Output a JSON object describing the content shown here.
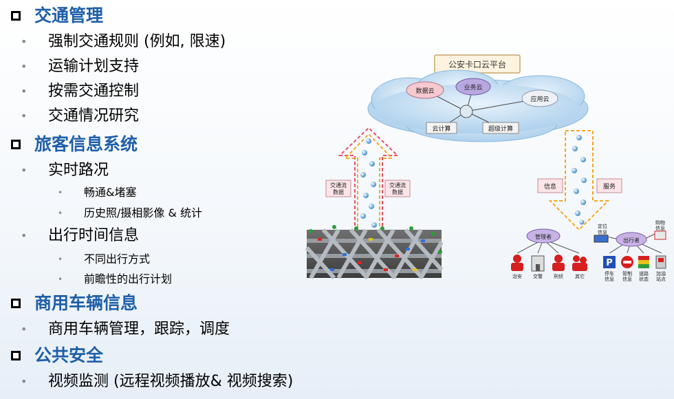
{
  "outline": [
    {
      "level": 1,
      "text": "交通管理"
    },
    {
      "level": 2,
      "text": "强制交通规则 (例如, 限速)"
    },
    {
      "level": 2,
      "text": "运输计划支持"
    },
    {
      "level": 2,
      "text": "按需交通控制"
    },
    {
      "level": 2,
      "text": "交通情况研究"
    },
    {
      "level": 1,
      "text": "旅客信息系统"
    },
    {
      "level": 2,
      "text": "实时路况"
    },
    {
      "level": 3,
      "text": "畅通&堵塞"
    },
    {
      "level": 3,
      "text": "历史照/摄相影像 & 统计"
    },
    {
      "level": 2,
      "text": "出行时间信息"
    },
    {
      "level": 3,
      "text": "不同出行方式"
    },
    {
      "level": 3,
      "text": "前瞻性的出行计划"
    },
    {
      "level": 1,
      "text": "商用车辆信息"
    },
    {
      "level": 2,
      "text": "商用车辆管理，跟踪，调度"
    },
    {
      "level": 1,
      "text": "公共安全"
    },
    {
      "level": 2,
      "text": "视频监测 (远程视频播放& 视频搜索)"
    }
  ],
  "diagram": {
    "platform_title": "公安卡口云平台",
    "cloud_nodes": [
      "数据云",
      "业务云",
      "应用云",
      "云计算",
      "超级计算"
    ],
    "left_arrow_labels": [
      "交通流数据",
      "交通流数据"
    ],
    "right_arrow_labels": [
      "信息",
      "服务"
    ],
    "manager_label": "管理者",
    "traveler_label": "出行者",
    "location_info_label": "定位信息",
    "purchase_info_label": "购物信息",
    "manager_roles": [
      "治安",
      "交警",
      "刑侦",
      "其它"
    ],
    "traveler_services": [
      "停车信息",
      "管制信息",
      "道路状态",
      "加油站点"
    ],
    "colors": {
      "heading": "#1f5fa8",
      "cloud": "#bcd9f1",
      "up_arrow": "#e94e6c",
      "down_arrow": "#f5a623"
    }
  }
}
